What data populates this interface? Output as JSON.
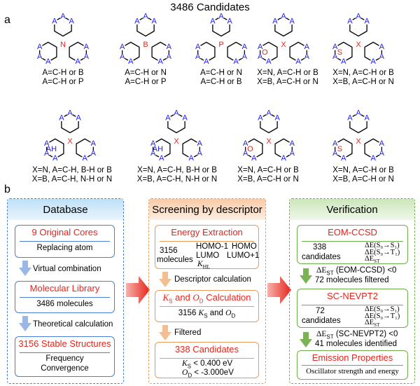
{
  "figure_title": "3486 Candidates",
  "panel_a_label": "a",
  "panel_b_label": "b",
  "cores": [
    {
      "center": "N",
      "lines": [
        "A=C-H or B",
        "A=C-H or P"
      ]
    },
    {
      "center": "B",
      "lines": [
        "A=C-H or N",
        "A=C-H or P"
      ]
    },
    {
      "center": "P",
      "lines": [
        "A=C-H or N",
        "A=C-H or B"
      ]
    },
    {
      "center": "X",
      "hetero": "O",
      "lines": [
        "X=N, A=C-H or B",
        "X=B, A=C-H or N"
      ]
    },
    {
      "center": "X",
      "hetero": "S",
      "lines": [
        "X=N, A=C-H or B",
        "X=B, A=C-H or N"
      ]
    },
    {
      "center": "X",
      "hetero": "AH",
      "lines": [
        "X=N, A=C-H, B-H or B",
        "X=B, A=C-H, N-H or N"
      ]
    },
    {
      "center": "X",
      "hetero": "AH",
      "lines": [
        "X=N, A=C-H, B-H or B",
        "X=B, A=C-H, N-H or N"
      ]
    },
    {
      "center": "X",
      "hetero": "O",
      "lines": [
        "X=N, A=C-H or B",
        "X=B, A=C-H or N"
      ]
    },
    {
      "center": "X",
      "hetero": "S",
      "lines": [
        "X=N, A=C-H or B",
        "X=B, A=C-H or N"
      ]
    }
  ],
  "atom_A": "A",
  "atom_H": "H",
  "colors": {
    "database": "#4a7fd4",
    "screening": "#e89b5a",
    "verification": "#6fae4a",
    "accent": "#e8241b",
    "atom": "#1a1aff"
  },
  "database": {
    "header": "Database",
    "box1": {
      "title": "9 Original Cores",
      "body": "Replacing atom"
    },
    "step1": "Virtual combination",
    "box2": {
      "title": "Molecular Library",
      "body": "3486 molecules"
    },
    "step2": "Theoretical calculation",
    "box3": {
      "title": "3156 Stable Structures",
      "body1": "Frequency",
      "body2": "Convergence"
    }
  },
  "screening": {
    "header": "Screening by descriptor",
    "box1": {
      "title": "Energy Extraction",
      "left1": "3156",
      "left2": "molecules",
      "r1a": "HOMO-1",
      "r1b": "HOMO",
      "r2a": "LUMO",
      "r2b": "LUMO+1",
      "r3": "K",
      "r3sub": "HL"
    },
    "step1": "Descriptor calculation",
    "box2": {
      "title_a": "K",
      "title_a_sub": "S",
      "title_mid": " and ",
      "title_b": "O",
      "title_b_sub": "D",
      "title_end": " Calculation",
      "body_num": "3156 ",
      "body_a": "K",
      "body_a_sub": "S",
      "body_mid": " and ",
      "body_b": "O",
      "body_b_sub": "D"
    },
    "step2": "Filtered",
    "box3": {
      "title": "338 Candidates",
      "c1_sym": "K",
      "c1_sub": "S",
      "c1_val": " < 0.400 eV",
      "c2_sym": "O",
      "c2_sub": "D",
      "c2_val": " < -3.000eV"
    }
  },
  "verification": {
    "header": "Verification",
    "box1": {
      "title": "EOM-CCSD",
      "left1": "338",
      "left2": "candidates",
      "q1": "ΔE(S₀→S₁)",
      "q2": "ΔE(S₀→T₁)",
      "q3": "ΔE",
      "q3sub": "ST"
    },
    "step1a": "ΔE",
    "step1a_sub": "ST",
    "step1b": " (EOM-CCSD) <0",
    "step1c": "72 molecules filtered",
    "box2": {
      "title": "SC-NEVPT2",
      "left1": "72",
      "left2": "candidates",
      "q1": "ΔE(S₀→S₁)",
      "q2": "ΔE(S₀→T₁)",
      "q3": "ΔE",
      "q3sub": "ST"
    },
    "step2a": "ΔE",
    "step2a_sub": "ST",
    "step2b": " (SC-NEVPT2) <0",
    "step2c": "41 molecules identified",
    "box3": {
      "title": "Emission Properties",
      "body": "Oscillator strength and energy"
    }
  }
}
